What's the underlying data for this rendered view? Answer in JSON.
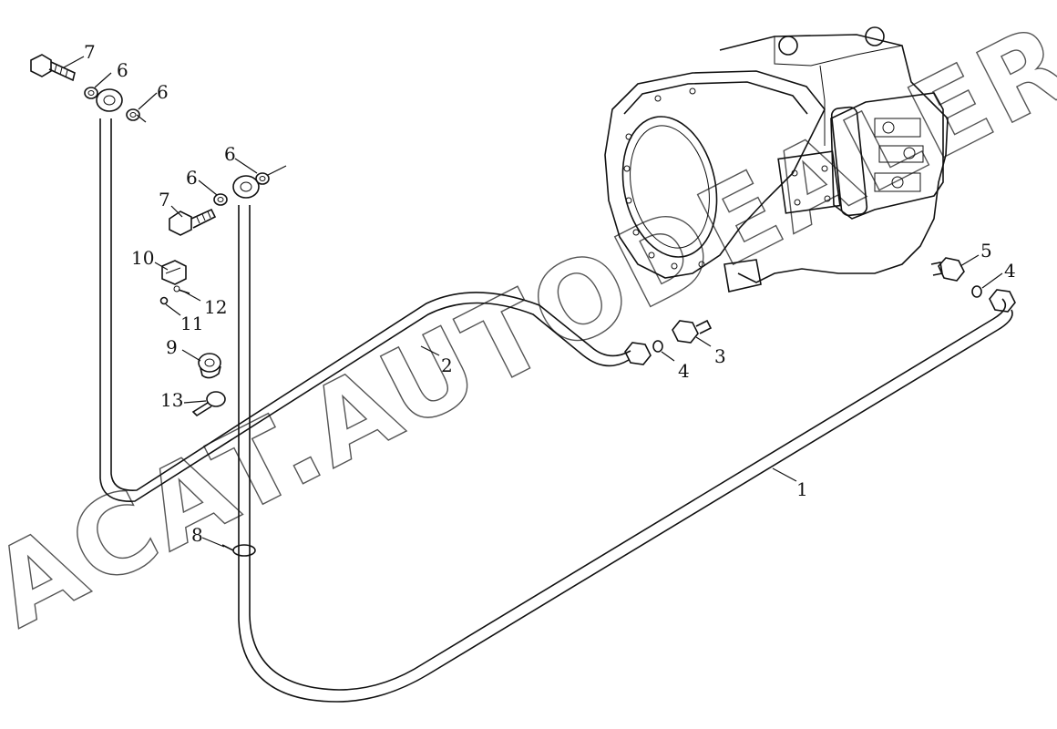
{
  "diagram": {
    "watermark": "ACAT.AUTODEALER.RU",
    "callouts": [
      {
        "id": "c7a",
        "text": "7"
      },
      {
        "id": "c6a",
        "text": "6"
      },
      {
        "id": "c6b",
        "text": "6"
      },
      {
        "id": "c6c",
        "text": "6"
      },
      {
        "id": "c6d",
        "text": "6"
      },
      {
        "id": "c7b",
        "text": "7"
      },
      {
        "id": "c10",
        "text": "10"
      },
      {
        "id": "c12",
        "text": "12"
      },
      {
        "id": "c11",
        "text": "11"
      },
      {
        "id": "c9",
        "text": "9"
      },
      {
        "id": "c13",
        "text": "13"
      },
      {
        "id": "c2",
        "text": "2"
      },
      {
        "id": "c4a",
        "text": "4"
      },
      {
        "id": "c3",
        "text": "3"
      },
      {
        "id": "c5",
        "text": "5"
      },
      {
        "id": "c4b",
        "text": "4"
      },
      {
        "id": "c1",
        "text": "1"
      },
      {
        "id": "c8",
        "text": "8"
      }
    ]
  }
}
